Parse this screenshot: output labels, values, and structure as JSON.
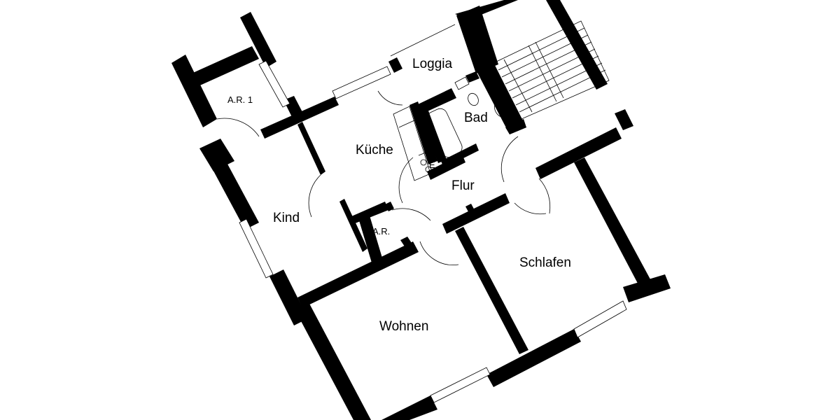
{
  "plan": {
    "type": "apartment floor plan",
    "rooms": {
      "loggia": "Loggia",
      "bad": "Bad",
      "kueche": "Küche",
      "flur": "Flur",
      "kind": "Kind",
      "ar1": "A.R. 1",
      "ar": "A.R.",
      "schlafen": "Schlafen",
      "wohnen": "Wohnen"
    },
    "fixtures": {
      "stove_label": "E"
    },
    "colors": {
      "wall": "#000000",
      "background": "#ffffff",
      "line": "#000000"
    }
  }
}
